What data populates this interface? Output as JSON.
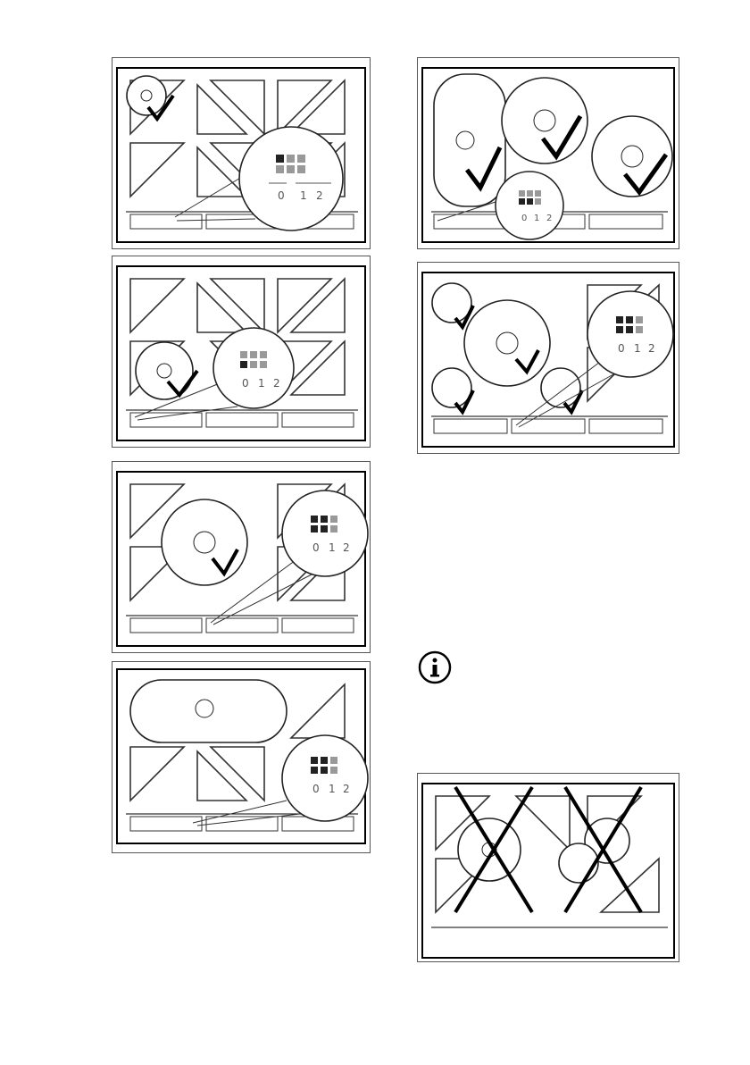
{
  "figures": [
    {
      "id": "hob-small-front-left",
      "scale_digits": [
        "0",
        "1",
        "2"
      ]
    },
    {
      "id": "hob-small-rear-left",
      "scale_digits": [
        "0",
        "1",
        "2"
      ]
    },
    {
      "id": "hob-large-center",
      "scale_digits": [
        "0",
        "1",
        "2"
      ]
    },
    {
      "id": "hob-oval-rear",
      "scale_digits": [
        "0",
        "1",
        "2"
      ]
    },
    {
      "id": "hob-three-pots",
      "scale_digits": [
        "0",
        "1",
        "2"
      ]
    },
    {
      "id": "hob-five-pots",
      "scale_digits": [
        "0",
        "1",
        "2"
      ]
    },
    {
      "id": "hob-wrong-placement"
    }
  ],
  "icons": {
    "check": "checkmark-icon",
    "cross": "cross-icon",
    "info": "info-icon"
  }
}
